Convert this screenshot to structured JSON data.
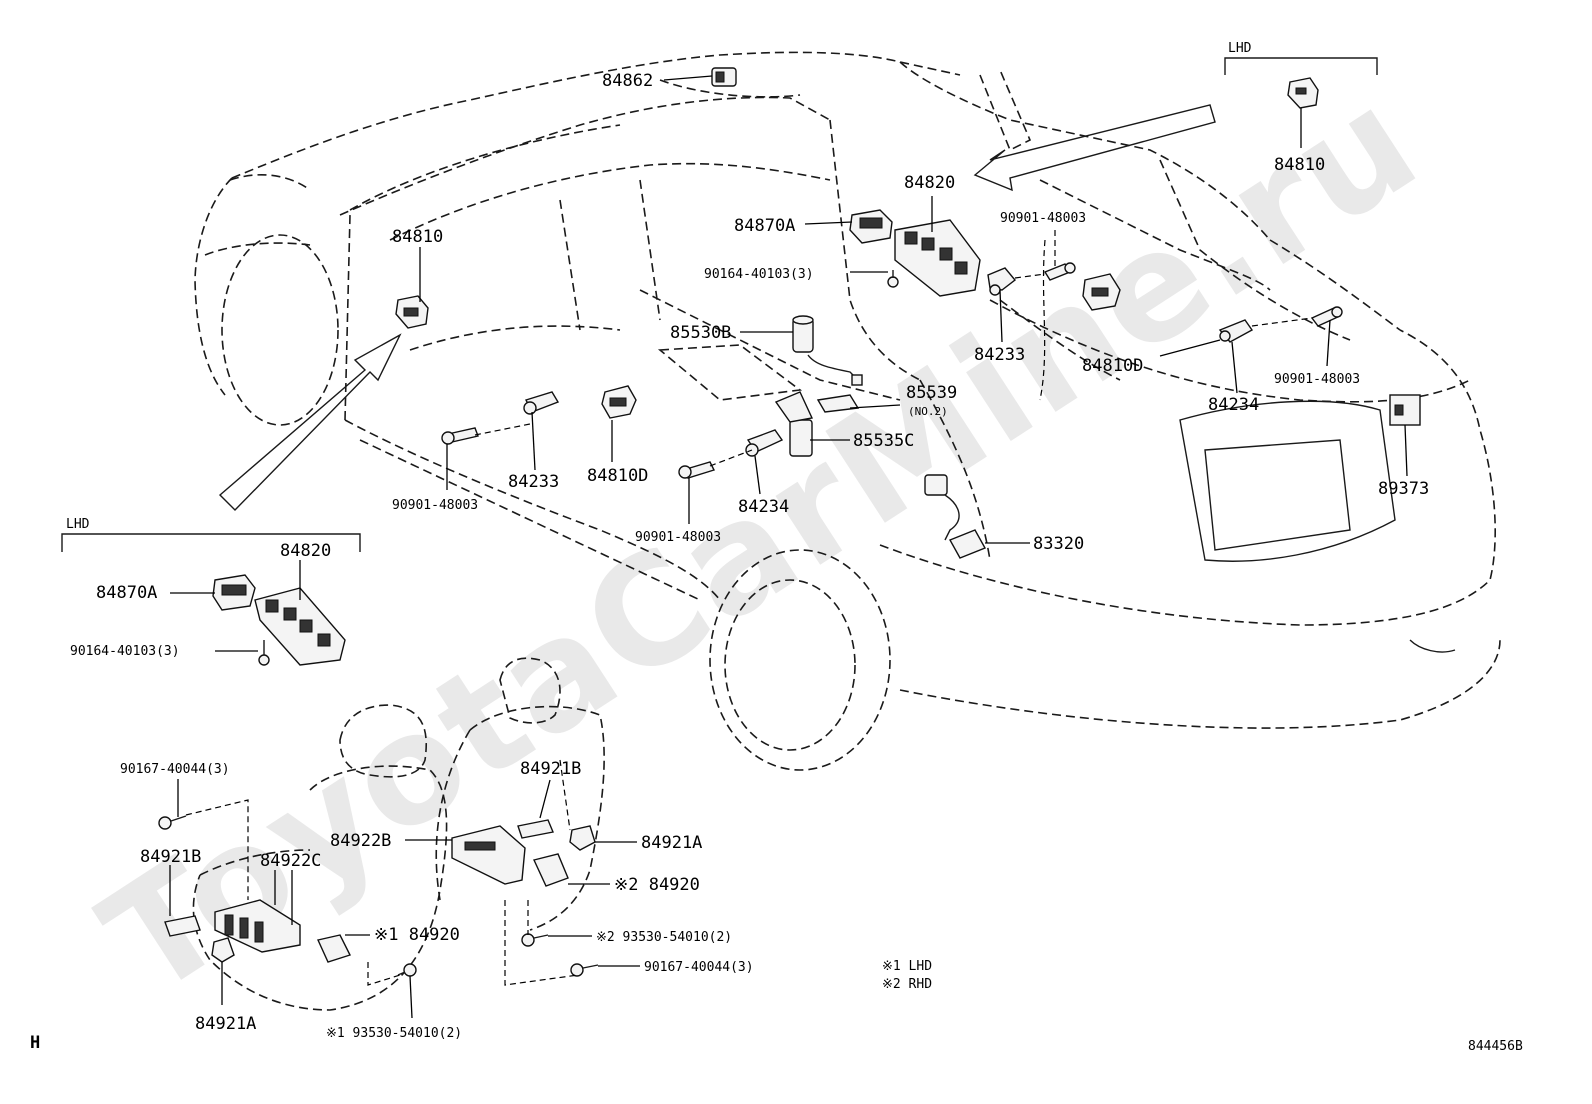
{
  "watermark": "ToyotaCarMine.ru",
  "diagram_code": "844456B",
  "section_letter": "H",
  "group_labels": {
    "lhd_top": "LHD",
    "lhd_left": "LHD"
  },
  "notes": {
    "n1": "※1 LHD",
    "n2": "※2 RHD"
  },
  "callouts": {
    "c84862": "84862",
    "c84810_top": "84810",
    "c84820_main": "84820",
    "c84870A_main": "84870A",
    "c90901_48003_a": "90901-48003",
    "c90164_40103_main": "90164-40103(3)",
    "c84810_left": "84810",
    "c85530B": "85530B",
    "c84233_right": "84233",
    "c84810D_right": "84810D",
    "c90901_48003_b": "90901-48003",
    "c85539": "85539",
    "c85539_sub": "(NO.2)",
    "c84234_right": "84234",
    "c85535C": "85535C",
    "c89373": "89373",
    "c84233_left": "84233",
    "c84810D_left": "84810D",
    "c90901_48003_c": "90901-48003",
    "c84234_left": "84234",
    "c90901_48003_d": "90901-48003",
    "c83320": "83320",
    "c84820_lhd": "84820",
    "c84870A_lhd": "84870A",
    "c90164_40103_lhd": "90164-40103(3)",
    "c90167_40044_left": "90167-40044(3)",
    "c84921B_right": "84921B",
    "c84922B": "84922B",
    "c84921A_right": "84921A",
    "c84921B_left": "84921B",
    "c84922C": "84922C",
    "c84920_rhd": "※2 84920",
    "c84920_lhd": "※1 84920",
    "c93530_rhd": "※2 93530-54010(2)",
    "c90167_40044_right": "90167-40044(3)",
    "c84921A_left": "84921A",
    "c93530_lhd": "※1 93530-54010(2)"
  }
}
